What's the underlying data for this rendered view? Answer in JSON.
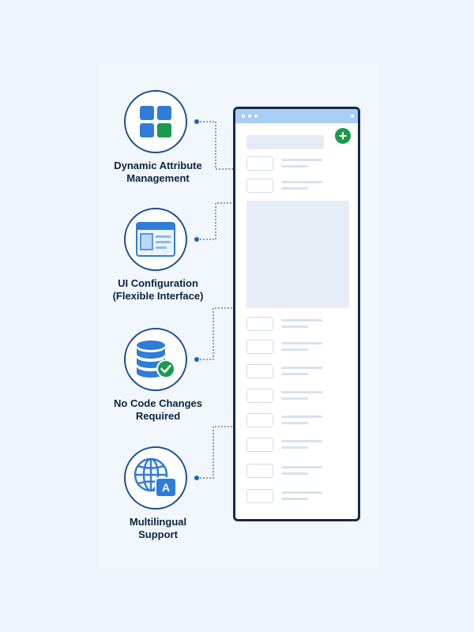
{
  "features": [
    {
      "label_line1": "Dynamic Attribute",
      "label_line2": "Management",
      "icon": "grid-icon"
    },
    {
      "label_line1": "UI Configuration",
      "label_line2": "(Flexible Interface)",
      "icon": "window-layout-icon"
    },
    {
      "label_line1": "No Code Changes",
      "label_line2": "Required",
      "icon": "database-check-icon"
    },
    {
      "label_line1": "Multilingual",
      "label_line2": "Support",
      "icon": "globe-translate-icon"
    }
  ],
  "mockup": {
    "add_button_symbol": "+",
    "list_rows_top_count": 2,
    "list_rows_bottom_count": 8
  },
  "colors": {
    "background": "#eef4fc",
    "outline": "#1a4f92",
    "icon_blue": "#2f7dd6",
    "icon_green": "#1a9a4d",
    "phone_bar": "#a9cdf4",
    "phone_border": "#142a4d"
  }
}
